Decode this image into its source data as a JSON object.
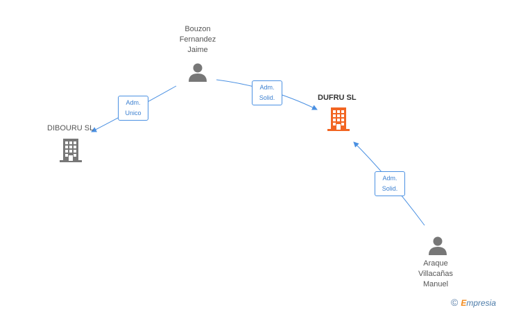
{
  "nodes": {
    "person_top": {
      "label": "Bouzon\nFernandez\nJaime",
      "icon": "person-icon"
    },
    "person_bottom": {
      "label": "Araque\nVillacañas\nManuel",
      "icon": "person-icon"
    },
    "company_left": {
      "label": "DIBOURU SL",
      "icon": "building-icon"
    },
    "company_main": {
      "label": "DUFRU SL",
      "icon": "building-icon"
    }
  },
  "edges": {
    "top_to_left": {
      "label": "Adm.\nUnico"
    },
    "top_to_main": {
      "label": "Adm.\nSolid."
    },
    "bottom_to_main": {
      "label": "Adm.\nSolid."
    }
  },
  "brand": {
    "copyright": "©",
    "e": "E",
    "rest": "mpresia"
  },
  "colors": {
    "edge": "#4a90e2",
    "person": "#777777",
    "company_gray": "#777777",
    "company_main": "#f26522"
  }
}
